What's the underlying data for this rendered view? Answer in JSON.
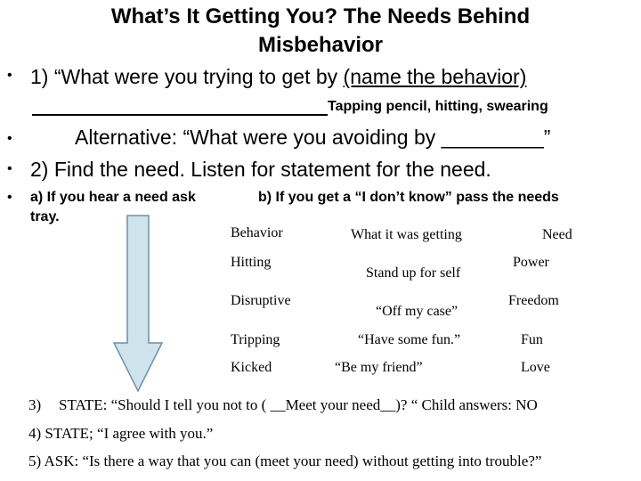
{
  "title": {
    "line1": "What’s It Getting You?  The Needs Behind",
    "line2": "Misbehavior"
  },
  "bullets": {
    "b1": "1)  “What were you trying to get by ",
    "b1_underlined": "(name the behavior)",
    "b1_examples": "Tapping pencil, hitting, swearing",
    "b2": "Alternative:  “What were you avoiding by _________”",
    "b3": "2)  Find the need.  Listen for statement for the need.",
    "b4a_line1": "a)  If you hear a need ask",
    "b4a_line2": "tray.",
    "b4b": "b) If you get a “I don’t know” pass the needs"
  },
  "table": {
    "headers": [
      "Behavior",
      "What it was getting",
      "Need"
    ],
    "rows": [
      [
        "Hitting",
        "Stand up for self",
        "Power"
      ],
      [
        "Disruptive",
        "“Off my case”",
        "Freedom"
      ],
      [
        "Tripping",
        "“Have some fun.”",
        "Fun"
      ],
      [
        "Kicked",
        "“Be my friend”",
        "Love"
      ]
    ]
  },
  "steps": {
    "s3_num": "3)",
    "s3": "STATE:  “Should I tell you not to ( __Meet your need__)? “ Child answers: NO",
    "s4": "4)  STATE;  “I agree with you.”",
    "s5": "5)  ASK: “Is there a way that you can (meet your need)  without getting into trouble?”"
  },
  "colors": {
    "arrow_fill": "#cfe3ec",
    "arrow_stroke": "#6f8fa0"
  }
}
